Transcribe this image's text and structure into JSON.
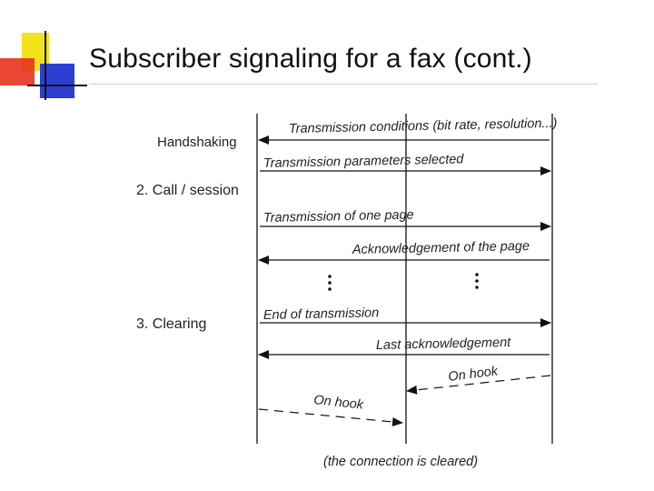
{
  "slide": {
    "title": "Subscriber signaling for a fax (cont.)"
  },
  "diagram": {
    "side_labels": {
      "handshaking": "Handshaking",
      "call_session": "2. Call / session",
      "clearing": "3. Clearing"
    },
    "messages": {
      "m1": "Transmission conditions (bit rate, resolution...)",
      "m2": "Transmission parameters selected",
      "m3": "Transmission of one page",
      "m4": "Acknowledgement of the page",
      "m5": "End of transmission",
      "m6": "Last acknowledgement",
      "m7": "On hook",
      "m8": "On hook"
    },
    "footer": "(the connection is cleared)",
    "colors": {
      "logo_yellow": "#f2e21a",
      "logo_red": "#e8321e",
      "logo_blue": "#2b3fd1",
      "line": "#111111"
    }
  }
}
